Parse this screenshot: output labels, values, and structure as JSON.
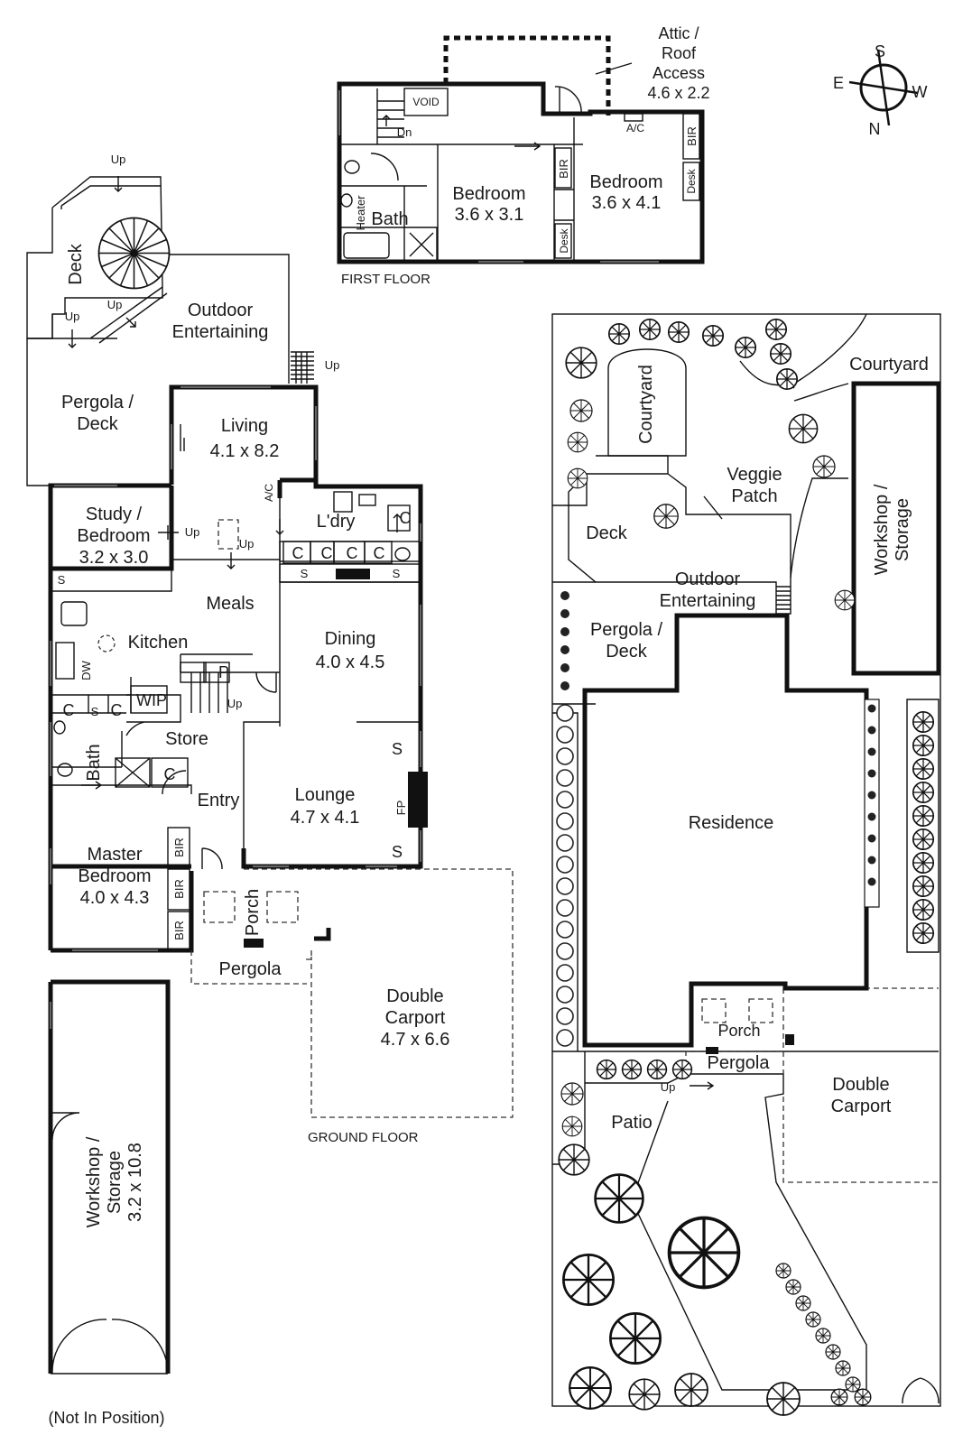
{
  "first_floor": {
    "caption": "FIRST FLOOR",
    "attic": {
      "line1": "Attic /",
      "line2": "Roof",
      "line3": "Access",
      "dims": "4.6 x 2.2"
    },
    "void": "VOID",
    "dn": "Dn",
    "ac": "A/C",
    "bath": "Bath",
    "heater": "Heater",
    "bedroom1": {
      "name": "Bedroom",
      "dims": "3.6 x 3.1"
    },
    "bedroom2": {
      "name": "Bedroom",
      "dims": "3.6 x 4.1"
    },
    "bir": "BIR",
    "desk": "Desk"
  },
  "ground_floor": {
    "caption": "GROUND FLOOR",
    "up": "Up",
    "deck": "Deck",
    "outdoor": {
      "line1": "Outdoor",
      "line2": "Entertaining"
    },
    "pergola_deck": {
      "line1": "Pergola /",
      "line2": "Deck"
    },
    "living": {
      "name": "Living",
      "dims": "4.1 x 8.2"
    },
    "study": {
      "line1": "Study /",
      "line2": "Bedroom",
      "dims": "3.2 x 3.0"
    },
    "ac": "A/C",
    "laundry": "L'dry",
    "c": "C",
    "s": "S",
    "p": "P",
    "meals": "Meals",
    "kitchen": "Kitchen",
    "dw": "DW",
    "wip": "WIP",
    "store": "Store",
    "dining": {
      "name": "Dining",
      "dims": "4.0 x 4.5"
    },
    "bath": "Bath",
    "entry": "Entry",
    "lounge": {
      "name": "Lounge",
      "dims": "4.7 x 4.1"
    },
    "fp": "FP",
    "master": {
      "line1": "Master",
      "line2": "Bedroom",
      "dims": "4.0 x 4.3"
    },
    "bir": "BIR",
    "porch": "Porch",
    "pergola": "Pergola",
    "carport": {
      "line1": "Double",
      "line2": "Carport",
      "dims": "4.7 x 6.6"
    },
    "workshop": {
      "line1": "Workshop /",
      "line2": "Storage",
      "dims": "3.2 x 10.8"
    },
    "not_in_position": "(Not In Position)"
  },
  "site_plan": {
    "courtyard_top": "Courtyard",
    "courtyard_inner": "Courtyard",
    "workshop": {
      "line1": "Workshop /",
      "line2": "Storage"
    },
    "veggie": {
      "line1": "Veggie",
      "line2": "Patch"
    },
    "deck": "Deck",
    "outdoor": {
      "line1": "Outdoor",
      "line2": "Entertaining"
    },
    "pergola_deck": {
      "line1": "Pergola /",
      "line2": "Deck"
    },
    "residence": "Residence",
    "porch": "Porch",
    "pergola": "Pergola",
    "up": "Up",
    "patio": "Patio",
    "carport": {
      "line1": "Double",
      "line2": "Carport"
    }
  },
  "compass": {
    "s": "S",
    "e": "E",
    "w": "W",
    "n": "N"
  }
}
